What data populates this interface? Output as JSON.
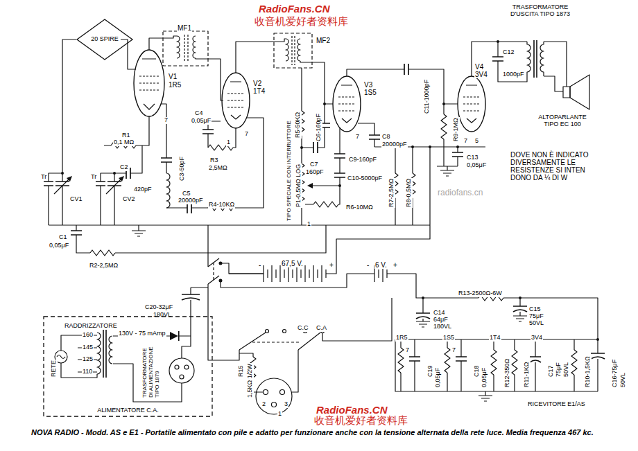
{
  "diagram": {
    "caption": "NOVA RADIO - Modd. AS e E1 - Portatile alimentato con pile e adatto per funzionare anche con la tensione alternata della rete luce. Media frequenza 467 kc.",
    "nodes": [
      {
        "text": [
          "20 SPIRE"
        ]
      },
      {
        "text": [
          "ALIMENTATORE C.A."
        ]
      }
    ],
    "labels": [
      "RadioFans.CN",
      "收音机爱好者资料库",
      "radiofans.cn",
      "MF1",
      "MF2",
      "V1",
      "1R5",
      "V2",
      "1T4",
      "V3",
      "1S5",
      "V4",
      "3V4",
      "TRASFORMATORE D'USCITA TIPO 1873",
      "C12",
      "1000pF",
      "C11-1000pF",
      "ALTOPARLANTE TIPO EC 100",
      "R9-1MΩ",
      "C13",
      "0,05μF",
      "DOVE NON È INDICATO DIVERSAMENTE LE RESISTENZE SI INTEN DONO DA ¼ DI W",
      "C4",
      "0,05μF",
      "R3",
      "2,5MΩ",
      "R1",
      "0,1 MΩ",
      "C2",
      "420pF",
      "C3-50pF",
      "Tr",
      "CV1",
      "Tr",
      "CV2",
      "C1",
      "0,05μF",
      "R2-2,5MΩ",
      "C5",
      "20000pF",
      "R4-10KΩ",
      "R5-50KΩ",
      "C6-160pF",
      "C7",
      "160pF",
      "C8",
      "20000pF",
      "C9-160pF",
      "C10-5000pF",
      "P1-0,5MΩ LOG",
      "TIPO SPECIALE CON INTERRUTTORE",
      "R6-10MΩ",
      "R7-2,5MΩ",
      "R8-0,5MΩ",
      "67,5 V.",
      "-",
      "+",
      "-",
      "6 V.",
      "+",
      "C20-32μF",
      "180VL",
      "R13-2500Ω-6W",
      "C14",
      "64μF",
      "180VL",
      "C15",
      "75μF",
      "50VL",
      "1R5",
      "1S5",
      "1T4",
      "3V4",
      "C19",
      "0,05μF",
      "C18",
      "0,05μF",
      "R12-350Ω",
      "R11-1KΩ",
      "C17",
      "75μF",
      "50VL",
      "R10-1,5KΩ",
      "C16-75μF",
      "50VL",
      "RICEVITORE E1/AS",
      "C.C",
      "C.A",
      "R15",
      "1,5KΩ 1/2W",
      "2",
      "1",
      "3",
      "RADDRIZZATORE",
      "160",
      "145",
      "125",
      "110",
      "RETE",
      "130V - 75 mAmp",
      "TRASFORMATORE DI ALIMENTAZIONE TIPO 1879",
      "7",
      "7",
      "7",
      "7",
      "5",
      "1",
      "1",
      "7",
      "7",
      "RadioFans.CN",
      "收音机爱好者资料库"
    ]
  }
}
